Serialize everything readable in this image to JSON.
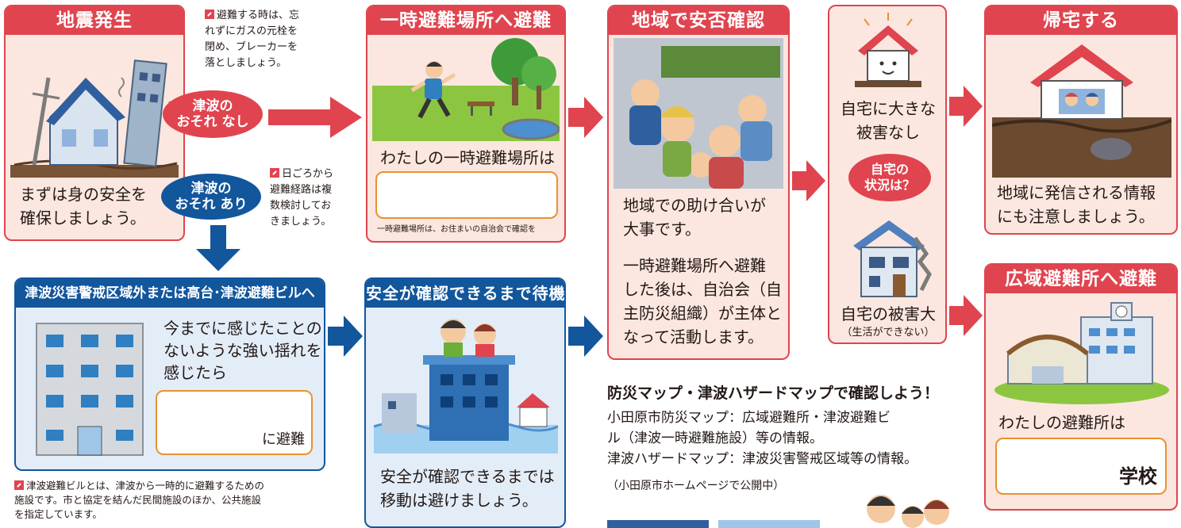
{
  "earthquake": {
    "title": "地震発生",
    "text_line1": "まずは身の安全を",
    "text_line2": "確保しましょう。"
  },
  "gas_note": {
    "line1": "避難する時は、忘",
    "line2": "れずにガスの元栓を",
    "line3": "閉め、ブレーカーを",
    "line4": "落としましょう。"
  },
  "route_note": {
    "line1": "日ごろから",
    "line2": "避難経路は複",
    "line3": "数検討してお",
    "line4": "きましょう。"
  },
  "tsunami_no": {
    "line1": "津波の",
    "line2": "おそれ なし"
  },
  "tsunami_yes": {
    "line1": "津波の",
    "line2": "おそれ あり"
  },
  "temp_evac": {
    "title": "一時避難場所へ避難",
    "label": "わたしの一時避難場所は",
    "note": "一時避難場所は、お住まいの自治会で確認を"
  },
  "safety_check": {
    "title": "地域で安否確認",
    "p1_line1": "地域での助け合いが",
    "p1_line2": "大事です。",
    "p2_line1": "一時避難場所へ避難",
    "p2_line2": "した後は、自治会（自",
    "p2_line3": "主防災組織）が主体と",
    "p2_line4": "なって活動します。"
  },
  "home_status": {
    "ok_line1": "自宅に大きな",
    "ok_line2": "被害なし",
    "question_line1": "自宅の",
    "question_line2": "状況は？",
    "bad_line1": "自宅の被害大",
    "bad_line2": "（生活ができない）"
  },
  "go_home": {
    "title": "帰宅する",
    "line1": "地域に発信される情報",
    "line2": "にも注意しましょう。"
  },
  "wide_evac": {
    "title": "広域避難所へ避難",
    "label": "わたしの避難所は",
    "suffix": "学校"
  },
  "tsunami_zone": {
    "title": "津波災害警戒区域外または高台･津波避難ビルへ",
    "line1": "今までに感じたことの",
    "line2": "ないような強い揺れを",
    "line3": "感じたら",
    "suffix": "に避難",
    "note_line1": "津波避難ビルとは、津波から一時的に避難するための",
    "note_line2": "施設です。市と協定を結んだ民間施設のほか、公共施設",
    "note_line3": "を指定しています。"
  },
  "wait": {
    "title": "安全が確認できるまで待機",
    "line1": "安全が確認できるまでは",
    "line2": "移動は避けましょう。"
  },
  "maps": {
    "title": "防災マップ・津波ハザードマップで確認しよう！",
    "line1": "小田原市防災マップ：広域避難所・津波避難ビ",
    "line2": "ル（津波一時避難施設）等の情報。",
    "line3": "津波ハザードマップ：津波災害警戒区域等の情報。",
    "line4": "（小田原市ホームページで公開中）"
  },
  "colors": {
    "red": "#e0444f",
    "blue": "#12569c",
    "pink_bg": "#fbe7df",
    "blue_bg": "#e3edf8",
    "orange_border": "#e8922f"
  }
}
